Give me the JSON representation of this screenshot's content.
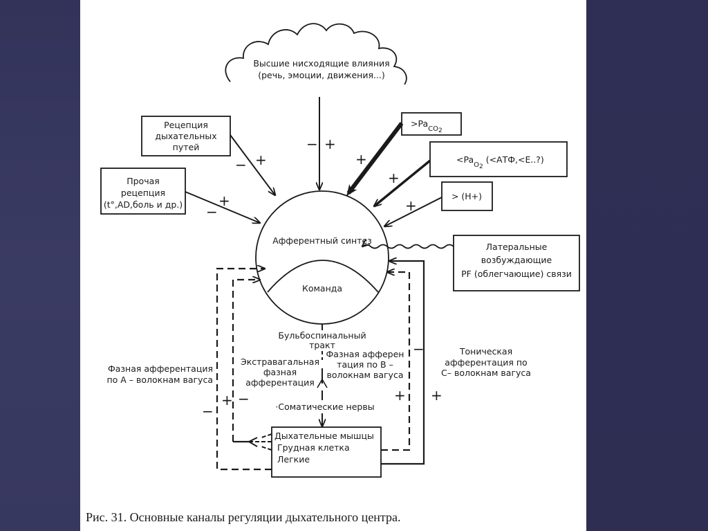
{
  "slide": {
    "background_color": "#2f2f55",
    "page_color": "#ffffff",
    "ink_color": "#1a1a1a"
  },
  "cloud": {
    "line1": "Высшие нисходящие влияния",
    "line2": "(речь, эмоции, движения...)",
    "signs": [
      "−",
      "+"
    ]
  },
  "boxes": {
    "airway_reception": {
      "line1": "Рецепция",
      "line2": "дыхательных",
      "line3": "путей",
      "signs": [
        "−",
        "+"
      ]
    },
    "other_reception": {
      "line1": "Прочая",
      "line2": "рецепция",
      "line3": "(t°,AD,боль и др.)",
      "signs": [
        "−",
        "+"
      ]
    },
    "paco2": {
      "prefix": ">Pa",
      "subscript": "CO",
      "sub2": "2",
      "sign": "+"
    },
    "pao2": {
      "prefix": "<Pa",
      "subscript": "O",
      "sub2": "2",
      "suffix": " (<АТФ,<Е..?)",
      "sign": "+"
    },
    "h_plus": {
      "text": "> (H+)",
      "sign": "+"
    },
    "lateral": {
      "line1": "Латеральные",
      "line2": "возбуждающие",
      "line3": "PF (облегчающие) связи"
    },
    "effectors": {
      "line1": "Дыхательные мышцы",
      "line2": "Грудная клетка",
      "line3": "Легкие"
    }
  },
  "center": {
    "upper_label": "Афферентный синтез",
    "lower_label": "Команда"
  },
  "labels": {
    "bulbospinal_1": "Бульбоспинальный",
    "bulbospinal_2": "тракт",
    "extravagal_1": "Экстравагальная",
    "extravagal_2": "фазная",
    "extravagal_3": "афферентация",
    "somatic": "·Соматические нервы",
    "phase_a_1": "Фазная афферентация",
    "phase_a_2": "по  А – волокнам вагуса",
    "phase_b_1": "Фазная афферен",
    "phase_b_2": "тация по В –",
    "phase_b_3": "волокнам вагуса",
    "tonic_1": "Тоническая",
    "tonic_2": "афферентация по",
    "tonic_3": "С– волокнам вагуса"
  },
  "loop_signs": {
    "phase_a_outer": "−",
    "phase_a_inner": "+",
    "extravagal": "−",
    "phase_b_minus": "−",
    "phase_b_plus": "+",
    "tonic": "+"
  },
  "caption": "Рис. 31. Основные каналы регуляции дыхательного центра."
}
